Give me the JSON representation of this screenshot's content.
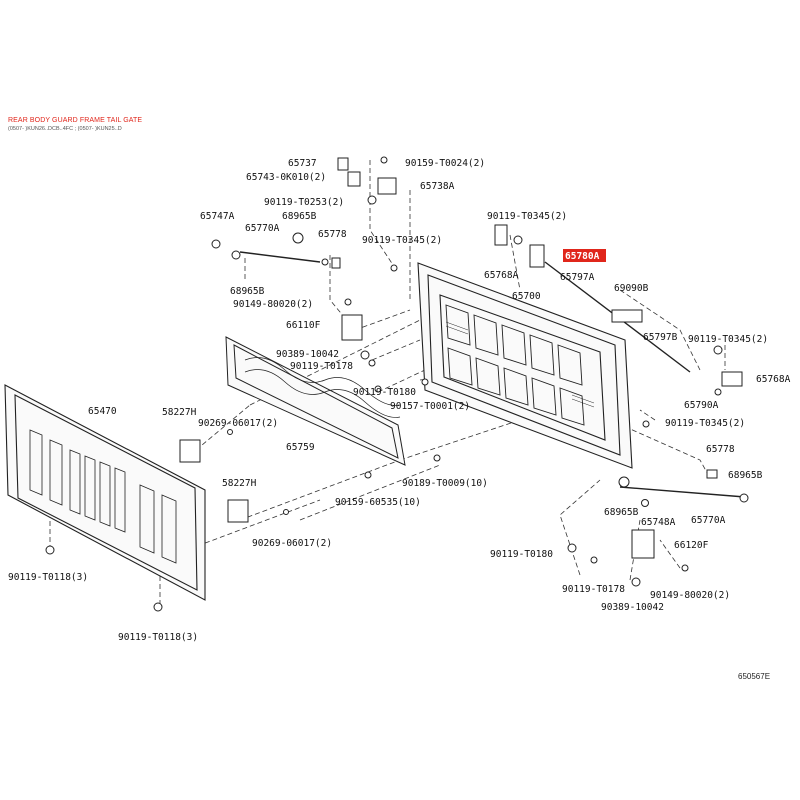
{
  "header": {
    "title": "REAR BODY GUARD FRAME TAIL GATE",
    "subtitle": "(0507- )KUN26..DCB..4FC ; (0507- )KUN25..D"
  },
  "drawing_id": "650567E",
  "highlight_color": "#e0261b",
  "labels": [
    {
      "id": "65737",
      "text": "65737"
    },
    {
      "id": "90159-T0024",
      "text": "90159-T0024(2)"
    },
    {
      "id": "65743-0K010",
      "text": "65743-0K010(2)"
    },
    {
      "id": "65738A",
      "text": "65738A"
    },
    {
      "id": "90119-T0253",
      "text": "90119-T0253(2)"
    },
    {
      "id": "65747A-top",
      "text": "65747A"
    },
    {
      "id": "68965B-top",
      "text": "68965B"
    },
    {
      "id": "65770A-top",
      "text": "65770A"
    },
    {
      "id": "65778-top",
      "text": "65778"
    },
    {
      "id": "90119-T0345-a",
      "text": "90119-T0345(2)"
    },
    {
      "id": "90119-T0345-b",
      "text": "90119-T0345(2)"
    },
    {
      "id": "65780A",
      "text": "65780A",
      "highlight": true
    },
    {
      "id": "65768A-top",
      "text": "65768A"
    },
    {
      "id": "65797A",
      "text": "65797A"
    },
    {
      "id": "65700",
      "text": "65700"
    },
    {
      "id": "69090B",
      "text": "69090B"
    },
    {
      "id": "68965B-left",
      "text": "68965B"
    },
    {
      "id": "90149-80020-top",
      "text": "90149-80020(2)"
    },
    {
      "id": "66110F",
      "text": "66110F"
    },
    {
      "id": "65797B",
      "text": "65797B"
    },
    {
      "id": "90119-T0345-c",
      "text": "90119-T0345(2)"
    },
    {
      "id": "90389-10042-top",
      "text": "90389-10042"
    },
    {
      "id": "90119-T0178-top",
      "text": "90119-T0178"
    },
    {
      "id": "65768A-right",
      "text": "65768A"
    },
    {
      "id": "90119-T0180-top",
      "text": "90119-T0180"
    },
    {
      "id": "90157-T0001",
      "text": "90157-T0001(2)"
    },
    {
      "id": "65790A",
      "text": "65790A"
    },
    {
      "id": "65470",
      "text": "65470"
    },
    {
      "id": "58227H-top",
      "text": "58227H"
    },
    {
      "id": "90269-06017-top",
      "text": "90269-06017(2)"
    },
    {
      "id": "90119-T0345-d",
      "text": "90119-T0345(2)"
    },
    {
      "id": "65759",
      "text": "65759"
    },
    {
      "id": "65778-right",
      "text": "65778"
    },
    {
      "id": "68965B-right",
      "text": "68965B"
    },
    {
      "id": "90189-T0009",
      "text": "90189-T0009(10)"
    },
    {
      "id": "58227H-bot",
      "text": "58227H"
    },
    {
      "id": "90159-60535",
      "text": "90159-60535(10)"
    },
    {
      "id": "68965B-mid",
      "text": "68965B"
    },
    {
      "id": "65748A",
      "text": "65748A"
    },
    {
      "id": "65770A-bot",
      "text": "65770A"
    },
    {
      "id": "90269-06017-bot",
      "text": "90269-06017(2)"
    },
    {
      "id": "66120F",
      "text": "66120F"
    },
    {
      "id": "90119-T0180-bot",
      "text": "90119-T0180"
    },
    {
      "id": "90119-T0118-a",
      "text": "90119-T0118(3)"
    },
    {
      "id": "90119-T0178-bot",
      "text": "90119-T0178"
    },
    {
      "id": "90149-80020-bot",
      "text": "90149-80020(2)"
    },
    {
      "id": "90389-10042-bot",
      "text": "90389-10042"
    },
    {
      "id": "90119-T0118-b",
      "text": "90119-T0118(3)"
    }
  ]
}
